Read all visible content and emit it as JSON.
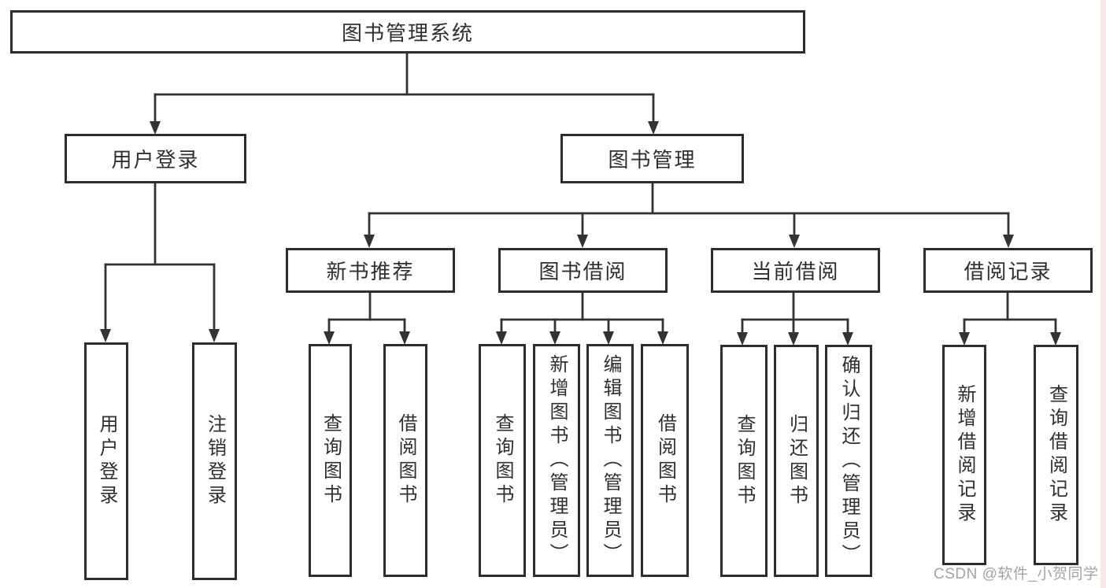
{
  "tree": {
    "root": "图书管理系统",
    "children": [
      {
        "label": "用户登录",
        "children": [
          {
            "label": "用户登录"
          },
          {
            "label": "注销登录"
          }
        ]
      },
      {
        "label": "图书管理",
        "children": [
          {
            "label": "新书推荐",
            "children": [
              {
                "label": "查询图书"
              },
              {
                "label": "借阅图书"
              }
            ]
          },
          {
            "label": "图书借阅",
            "children": [
              {
                "label": "查询图书"
              },
              {
                "label": "新增图书（管理员）"
              },
              {
                "label": "编辑图书（管理员）"
              },
              {
                "label": "借阅图书"
              }
            ]
          },
          {
            "label": "当前借阅",
            "children": [
              {
                "label": "查询图书"
              },
              {
                "label": "归还图书"
              },
              {
                "label": "确认归还（管理员）"
              }
            ]
          },
          {
            "label": "借阅记录",
            "children": [
              {
                "label": "新增借阅记录"
              },
              {
                "label": "查询借阅记录"
              }
            ]
          }
        ]
      }
    ]
  },
  "watermark": "CSDN @软件_小贺同学",
  "colors": {
    "line": "#333333",
    "box_border": "#2d2d2d",
    "text": "#2f2f2f",
    "watermark": "#8f8f8f",
    "background": "#ffffff",
    "right_edge_strip": "#f2caca"
  }
}
